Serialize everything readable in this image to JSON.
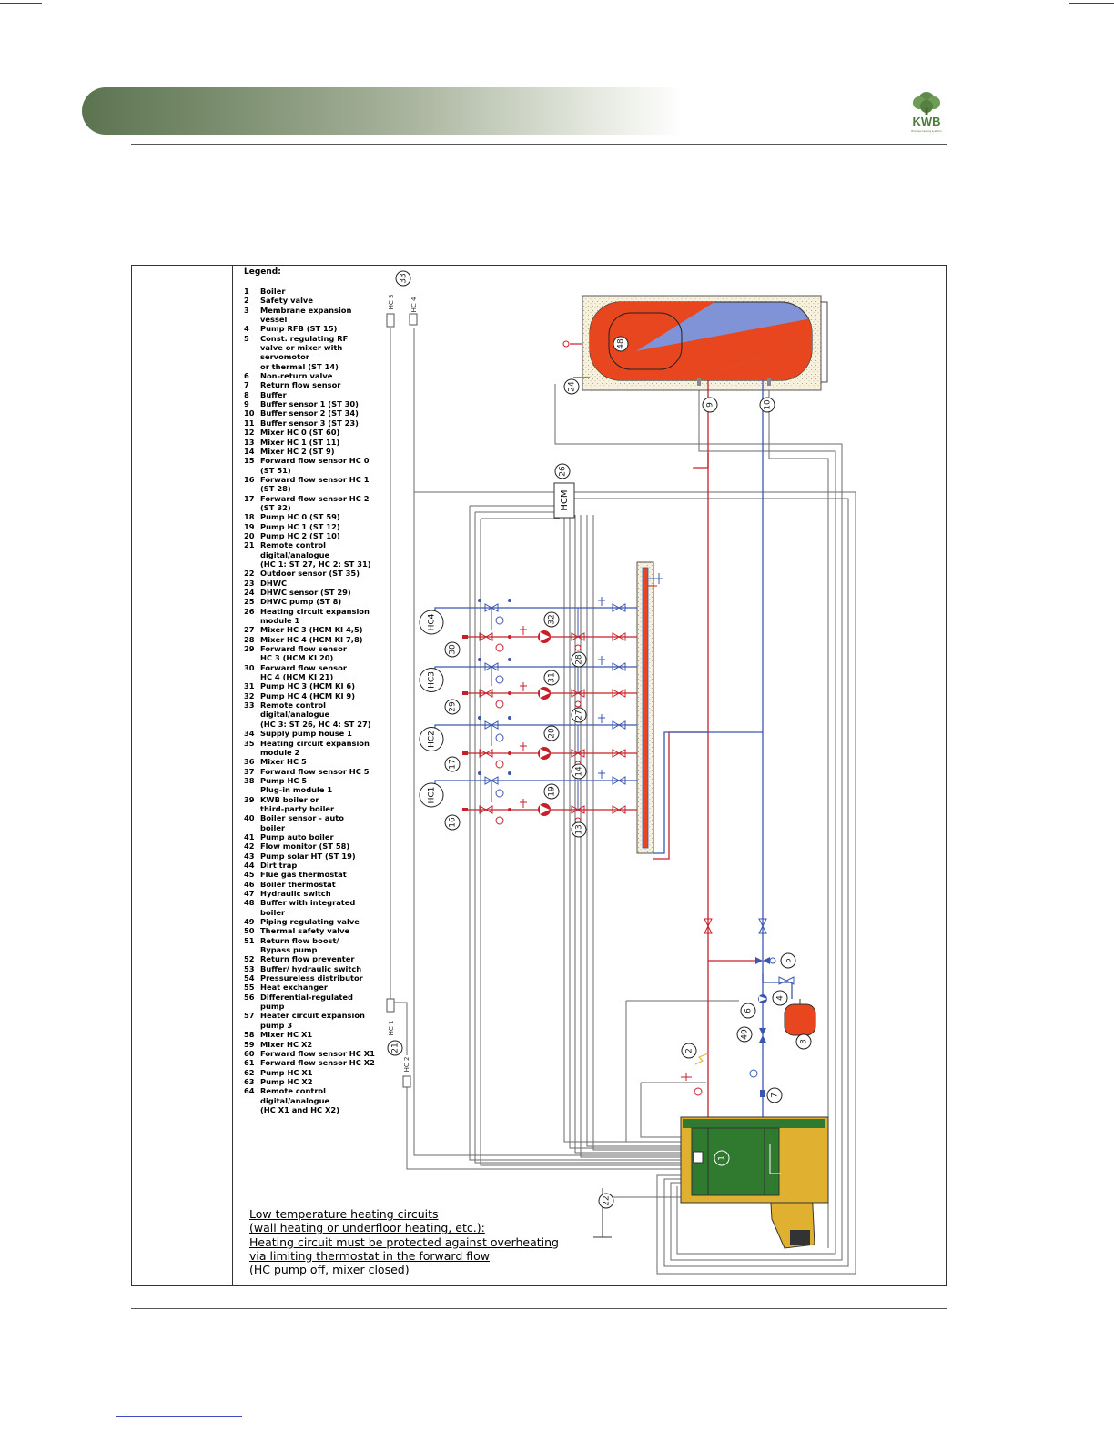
{
  "header": {
    "logo_text": "KWB",
    "logo_tagline": "Biomass heating systems",
    "banner_colors": [
      "#5c7350",
      "#ffffff"
    ]
  },
  "legend": {
    "title": "Legend:",
    "items": [
      {
        "num": "1",
        "label": "Boiler"
      },
      {
        "num": "2",
        "label": "Safety valve"
      },
      {
        "num": "3",
        "label": "Membrane expansion\nvessel"
      },
      {
        "num": "4",
        "label": "Pump RFB (ST 15)"
      },
      {
        "num": "5",
        "label": "Const. regulating RF\nvalve or mixer with\nservomotor\nor thermal (ST 14)"
      },
      {
        "num": "6",
        "label": "Non-return valve"
      },
      {
        "num": "7",
        "label": "Return flow sensor"
      },
      {
        "num": "8",
        "label": "Buffer"
      },
      {
        "num": "9",
        "label": "Buffer sensor 1 (ST 30)"
      },
      {
        "num": "10",
        "label": "Buffer sensor 2 (ST 34)"
      },
      {
        "num": "11",
        "label": "Buffer sensor 3 (ST 23)"
      },
      {
        "num": "12",
        "label": "Mixer HC 0 (ST 60)"
      },
      {
        "num": "13",
        "label": "Mixer HC 1 (ST 11)"
      },
      {
        "num": "14",
        "label": "Mixer HC 2 (ST 9)"
      },
      {
        "num": "15",
        "label": "Forward flow sensor HC 0\n(ST 51)"
      },
      {
        "num": "16",
        "label": "Forward flow sensor HC 1\n(ST 28)"
      },
      {
        "num": "17",
        "label": "Forward flow sensor HC 2\n(ST 32)"
      },
      {
        "num": "18",
        "label": "Pump HC 0 (ST 59)"
      },
      {
        "num": "19",
        "label": "Pump HC 1 (ST 12)"
      },
      {
        "num": "20",
        "label": "Pump HC 2 (ST 10)"
      },
      {
        "num": "21",
        "label": "Remote control\ndigital/analogue\n(HC 1: ST 27, HC 2: ST 31)"
      },
      {
        "num": "22",
        "label": "Outdoor sensor (ST 35)"
      },
      {
        "num": "23",
        "label": "DHWC"
      },
      {
        "num": "24",
        "label": "DHWC sensor (ST 29)"
      },
      {
        "num": "25",
        "label": "DHWC pump (ST 8)"
      },
      {
        "num": "26",
        "label": "Heating circuit expansion\nmodule 1"
      },
      {
        "num": "27",
        "label": "Mixer HC 3 (HCM KI 4,5)"
      },
      {
        "num": "28",
        "label": "Mixer HC 4 (HCM KI 7,8)"
      },
      {
        "num": "29",
        "label": "Forward flow sensor\nHC 3 (HCM KI 20)"
      },
      {
        "num": "30",
        "label": "Forward flow sensor\nHC 4 (HCM KI 21)"
      },
      {
        "num": "31",
        "label": "Pump HC 3 (HCM KI 6)"
      },
      {
        "num": "32",
        "label": "Pump HC 4 (HCM KI 9)"
      },
      {
        "num": "33",
        "label": "Remote control\ndigital/analogue\n(HC 3: ST 26, HC 4: ST 27)"
      },
      {
        "num": "34",
        "label": "Supply pump house 1"
      },
      {
        "num": "35",
        "label": "Heating circuit expansion\nmodule 2"
      },
      {
        "num": "36",
        "label": "Mixer HC 5"
      },
      {
        "num": "37",
        "label": "Forward flow sensor HC 5"
      },
      {
        "num": "38",
        "label": "Pump HC 5\nPlug-in module 1"
      },
      {
        "num": "39",
        "label": "KWB boiler or\nthird-party boiler"
      },
      {
        "num": "40",
        "label": "Boiler sensor - auto\nboiler"
      },
      {
        "num": "41",
        "label": "Pump auto boiler"
      },
      {
        "num": "42",
        "label": "Flow monitor (ST 58)"
      },
      {
        "num": "43",
        "label": "Pump solar HT (ST 19)"
      },
      {
        "num": "44",
        "label": "Dirt trap"
      },
      {
        "num": "45",
        "label": "Flue gas thermostat"
      },
      {
        "num": "46",
        "label": "Boiler thermostat"
      },
      {
        "num": "47",
        "label": "Hydraulic switch"
      },
      {
        "num": "48",
        "label": "Buffer with integrated\nboiler"
      },
      {
        "num": "49",
        "label": "Piping regulating valve"
      },
      {
        "num": "50",
        "label": "Thermal safety valve"
      },
      {
        "num": "51",
        "label": "Return flow boost/\nBypass pump"
      },
      {
        "num": "52",
        "label": "Return flow preventer"
      },
      {
        "num": "53",
        "label": "Buffer/ hydraulic switch"
      },
      {
        "num": "54",
        "label": "Pressureless distributor"
      },
      {
        "num": "55",
        "label": "Heat exchanger"
      },
      {
        "num": "56",
        "label": "Differential-regulated\npump"
      },
      {
        "num": "57",
        "label": "Heater circuit expansion\npump 3"
      },
      {
        "num": "58",
        "label": "Mixer HC X1"
      },
      {
        "num": "59",
        "label": "Mixer HC X2"
      },
      {
        "num": "60",
        "label": "Forward flow sensor HC X1"
      },
      {
        "num": "61",
        "label": "Forward flow sensor HC X2"
      },
      {
        "num": "62",
        "label": "Pump HC X1"
      },
      {
        "num": "63",
        "label": "Pump HC X2"
      },
      {
        "num": "64",
        "label": "Remote control\ndigital/analogue\n(HC X1 and HC X2)"
      }
    ]
  },
  "note": [
    "Low temperature heating circuits",
    "(wall heating or underfloor heating, etc.):",
    "Heating circuit must be protected against overheating",
    "via limiting thermostat in the forward flow",
    "(HC pump off, mixer closed)"
  ],
  "diagram": {
    "circuits": [
      "HC4",
      "HC3",
      "HC2",
      "HC1"
    ],
    "module_label": "HCM",
    "remote_labels": [
      "HC 3",
      "HC 4",
      "HC 1",
      "HC 2"
    ],
    "callouts": {
      "c33": "33",
      "c26": "26",
      "c24": "24",
      "c48": "48",
      "c9": "9",
      "c10": "10",
      "c32": "32",
      "c28": "28",
      "c30": "30",
      "c31": "31",
      "c27": "27",
      "c29": "29",
      "c20": "20",
      "c14": "14",
      "c17": "17",
      "c19": "19",
      "c13": "13",
      "c16": "16",
      "c5": "5",
      "c4": "4",
      "c6": "6",
      "c3": "3",
      "c49": "49",
      "c2": "2",
      "c7": "7",
      "c21": "21",
      "c22": "22",
      "c1": "1"
    },
    "colors": {
      "supply": "#c8202a",
      "return": "#3a57b0",
      "signal": "#6a6a6a",
      "buffer_hot": "#e8461f",
      "buffer_cold": "#7f93d6",
      "boiler_body": "#2f7a2f",
      "boiler_casing": "#e0b030",
      "expansion_vessel": "#e8461f"
    }
  }
}
